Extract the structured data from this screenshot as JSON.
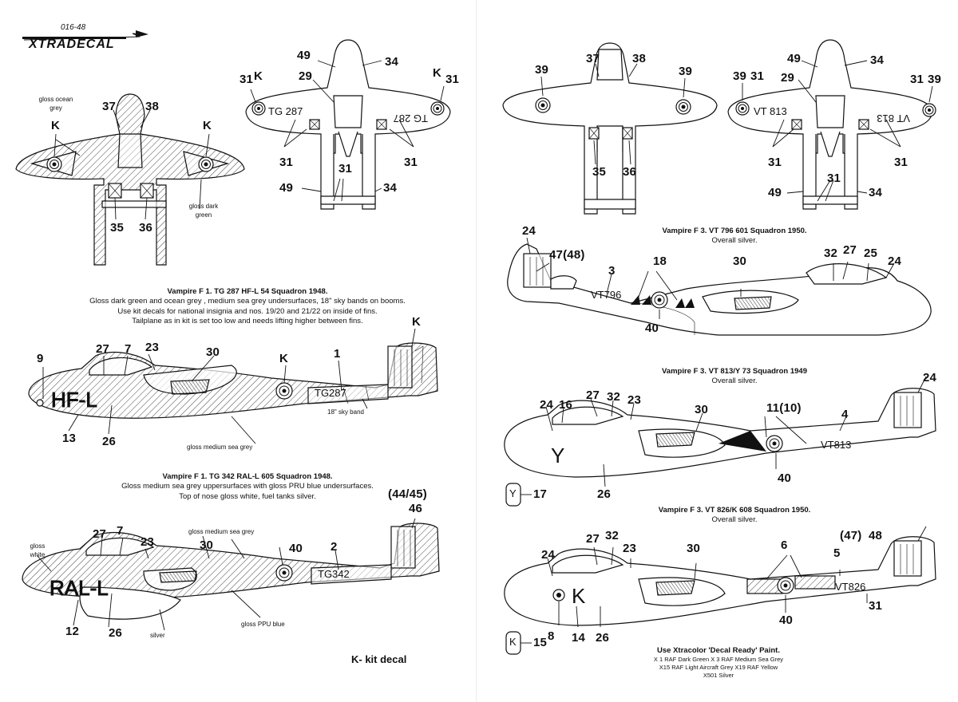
{
  "brand": {
    "code": "016-48",
    "name": "XTRADECAL"
  },
  "texts": {
    "gloss_ocean_grey": "gloss ocean grey",
    "gloss_dark_green": "gloss dark green",
    "sky_band": "18\" sky band",
    "gloss_medium_sea_grey_under": "gloss medium sea grey",
    "gloss_white": "gloss white",
    "gloss_medium_sea_grey_top": "gloss medium sea grey",
    "gloss_ppu_blue": "gloss PPU blue",
    "silver": "silver",
    "k_kit_decal": "K- kit decal"
  },
  "registrations": {
    "tg287": "TG 287",
    "tg287_side": "TG287",
    "tg342": "TG342",
    "hf_l": "HF-L",
    "ral_l": "RAL-L",
    "vt813": "VT 813",
    "vt796": "VT796",
    "vt813_side": "VT813",
    "vt826": "VT826",
    "y": "Y",
    "k": "K"
  },
  "captions": {
    "tg287": {
      "title": "Vampire F 1.  TG 287   HF-L   54 Squadron 1948.",
      "lines": [
        "Gloss dark green and ocean grey , medium sea grey undersurfaces, 18\" sky bands on booms.",
        "Use kit decals for national insignia and nos. 19/20 and 21/22 on inside of fins.",
        "Tailplane as in kit is set too low and needs lifting higher between fins."
      ]
    },
    "tg342": {
      "title": "Vampire F 1. TG 342  RAL-L  605 Squadron 1948.",
      "lines": [
        "Gloss medium sea grey uppersurfaces with gloss PRU blue undersurfaces.",
        "Top of nose gloss white, fuel tanks silver."
      ]
    },
    "vt796": {
      "title": "Vampire F 3.  VT 796  601 Squadron 1950.",
      "lines": [
        "Overall silver."
      ]
    },
    "vt813": {
      "title": "Vampire F 3.  VT 813/Y  73 Squadron 1949",
      "lines": [
        "Overall silver."
      ]
    },
    "vt826": {
      "title": "Vampire F 3.  VT 826/K  608 Squadron 1950.",
      "lines": [
        "Overall silver."
      ]
    }
  },
  "paints": {
    "title": "Use Xtracolor 'Decal Ready' Paint.",
    "lines": [
      "X 1 RAF Dark Green   X 3 RAF Medium Sea Grey",
      "X15 RAF Light Aircraft Grey    X19 RAF Yellow",
      "X501 Silver"
    ]
  },
  "numbers": {
    "n1": "1",
    "n2": "2",
    "n3": "3",
    "n4": "4",
    "n5": "5",
    "n6": "6",
    "n7": "7",
    "n8": "8",
    "n9": "9",
    "n11_10": "11(10)",
    "n12": "12",
    "n13": "13",
    "n14": "14",
    "n15": "15",
    "n16": "16",
    "n17": "17",
    "n18": "18",
    "n23": "23",
    "n24": "24",
    "n25": "25",
    "n26": "26",
    "n27": "27",
    "n29": "29",
    "n30": "30",
    "n31": "31",
    "n32": "32",
    "n34": "34",
    "n35": "35",
    "n36": "36",
    "n37": "37",
    "n38": "38",
    "n39": "39",
    "n40": "40",
    "n44_45": "(44/45)",
    "n46": "46",
    "n47_48": "47(48)",
    "n47": "(47)",
    "n48": "48",
    "n49": "49",
    "k": "K",
    "y": "Y"
  }
}
